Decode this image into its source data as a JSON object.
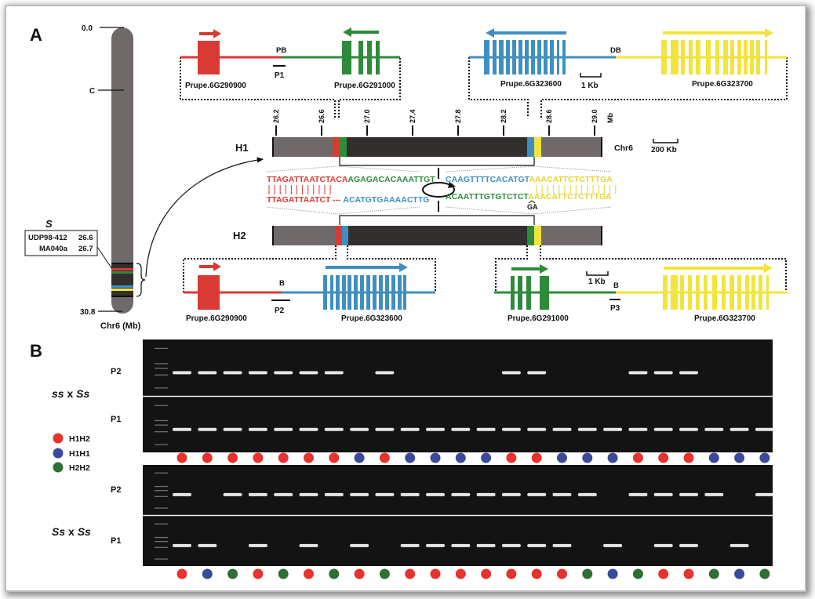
{
  "panel_a": {
    "label": "A",
    "chromosome": {
      "top_label": "0.0",
      "centromere_label": "C",
      "bottom_label": "30.8",
      "name": "Chr6 (Mb)",
      "locus_name": "S",
      "markers": [
        {
          "name": "UDP98-412",
          "pos": "26.6"
        },
        {
          "name": "MA040a",
          "pos": "26.7"
        }
      ]
    },
    "colors": {
      "red": "#d93a33",
      "green": "#2e8b3a",
      "blue": "#3f8fc1",
      "yellow": "#f2e43c",
      "dark": "#332f2e",
      "gray": "#6f6a69"
    },
    "top_left_genes": {
      "gene1": "Prupe.6G290900",
      "gene2": "Prupe.6G291000",
      "breakpoint": "PB",
      "primer": "P1"
    },
    "top_right_genes": {
      "gene1": "Prupe.6G323600",
      "gene2": "Prupe.6G323700",
      "breakpoint": "DB",
      "scale": "1 Kb"
    },
    "h1": {
      "label": "H1",
      "chr": "Chr6",
      "scale": "200 Kb",
      "unit": "Mb",
      "ticks": [
        "26.2",
        "26.6",
        "27.0",
        "27.4",
        "27.8",
        "28.2",
        "28.6",
        "29.0"
      ]
    },
    "sequences": {
      "left_top_red": "TTAGATTAATCTACA",
      "left_top_green": "AGAGACACAAATTGT",
      "left_bottom_red": "TTAGATTAATCT",
      "left_bottom_gap": "---",
      "left_bottom_blue": "ACATGTGAAAACTTG",
      "right_top_blue": "CAAGTTTTCACATGT",
      "right_top_yellow": "AAACATTCTCTTTGA",
      "right_bottom_green": "ACAATTTGTGTCTCT",
      "right_bottom_yellow": "AAACATTCTCTTTGA",
      "insertion": "GA"
    },
    "h2": {
      "label": "H2"
    },
    "bottom_left_genes": {
      "gene1": "Prupe.6G290900",
      "gene2": "Prupe.6G323600",
      "breakpoint": "B",
      "primer": "P2"
    },
    "bottom_right_genes": {
      "gene1": "Prupe.6G291000",
      "gene2": "Prupe.6G323700",
      "breakpoint": "B",
      "primer": "P3",
      "scale": "1 Kb"
    }
  },
  "panel_b": {
    "label": "B",
    "legend": [
      {
        "label": "H1H2",
        "color": "#e8322e"
      },
      {
        "label": "H1H1",
        "color": "#3a4a9a"
      },
      {
        "label": "H2H2",
        "color": "#2f6e34"
      }
    ],
    "crosses": [
      {
        "name_parts": [
          "ss",
          " x ",
          "Ss"
        ],
        "primer_top": "P2",
        "primer_bottom": "P1",
        "genotypes": [
          "H1H2",
          "H1H2",
          "H1H2",
          "H1H2",
          "H1H2",
          "H1H2",
          "H1H2",
          "H1H1",
          "H1H2",
          "H1H1",
          "H1H1",
          "H1H1",
          "H1H1",
          "H1H2",
          "H1H2",
          "H1H1",
          "H1H1",
          "H1H1",
          "H1H2",
          "H1H2",
          "H1H2",
          "H1H1",
          "H1H1",
          "H1H1"
        ]
      },
      {
        "name_parts": [
          "Ss",
          " x ",
          "Ss"
        ],
        "primer_top": "P2",
        "primer_bottom": "P1",
        "genotypes": [
          "H1H2",
          "H1H1",
          "H2H2",
          "H1H2",
          "H2H2",
          "H1H2",
          "H2H2",
          "H1H2",
          "H2H2",
          "H1H2",
          "H1H2",
          "H1H2",
          "H1H2",
          "H1H2",
          "H1H2",
          "H1H2",
          "H2H2",
          "H1H1",
          "H2H2",
          "H1H2",
          "H1H2",
          "H2H2",
          "H1H1",
          "H2H2"
        ]
      }
    ]
  }
}
